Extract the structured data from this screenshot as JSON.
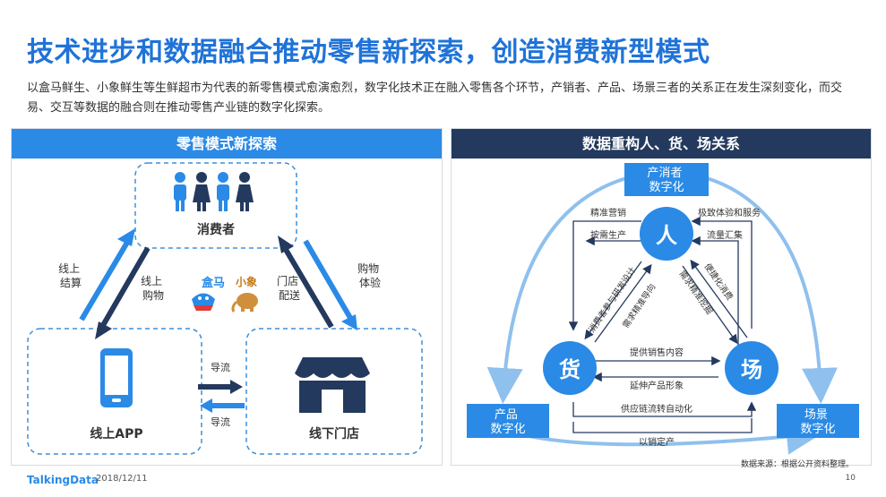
{
  "title": "技术进步和数据融合推动零售新探索，创造消费新型模式",
  "intro": "以盒马鲜生、小象鲜生等生鲜超市为代表的新零售模式愈演愈烈，数字化技术正在融入零售各个环节，产销者、产品、场景三者的关系正在发生深刻变化，而交易、交互等数据的融合则在推动零售产业链的数字化探索。",
  "left_panel": {
    "header": "零售模式新探索",
    "consumer": "消费者",
    "online_app": "线上APP",
    "offline_store": "线下门店",
    "arrow_left_outer": [
      "线上",
      "结算"
    ],
    "arrow_left_inner": [
      "线上",
      "购物"
    ],
    "arrow_right_inner": [
      "门店",
      "配送"
    ],
    "arrow_right_outer": [
      "购物",
      "体验"
    ],
    "guide_top": "导流",
    "guide_bottom": "导流",
    "logo_hema": "盒马",
    "logo_xiaoxiang": "小象",
    "colors": {
      "accent": "#2a8ae6",
      "dark": "#24395e"
    }
  },
  "right_panel": {
    "header": "数据重构人、货、场关系",
    "node_person": "人",
    "node_goods": "货",
    "node_scene": "场",
    "box_top": [
      "产消者",
      "数字化"
    ],
    "box_left": [
      "产品",
      "数字化"
    ],
    "box_right": [
      "场景",
      "数字化"
    ],
    "label_precise_marketing": "精准营销",
    "label_extreme_experience": "极致体验和服务",
    "label_on_demand": "按需生产",
    "label_traffic": "流量汇集",
    "label_left_rot_outer": "消费者参与研发设计",
    "label_left_rot_inner": "需求精准导向",
    "label_right_rot_inner": "需求精准挖掘",
    "label_right_rot_outer": "便捷化消费",
    "label_sales_content": "提供销售内容",
    "label_product_image": "延伸产品形象",
    "label_supply_chain": "供应链流转自动化",
    "label_sales_based": "以销定产",
    "colors": {
      "node": "#2a8ae6",
      "box": "#2a8ae6",
      "arrow_light": "#8fc0ee",
      "arrow_dark": "#24395e"
    }
  },
  "source": "数据来源：根据公开资料整理。",
  "footer": {
    "logo": "TalkingData",
    "date": "2018/12/11",
    "page": "10"
  }
}
